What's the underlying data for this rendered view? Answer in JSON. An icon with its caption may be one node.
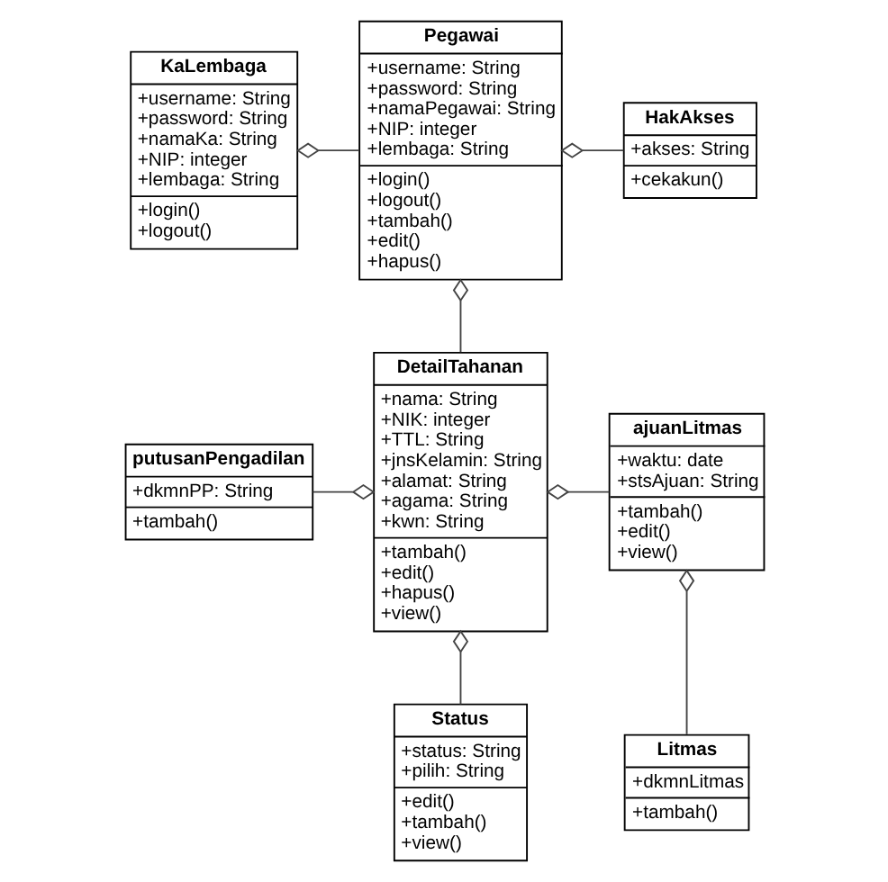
{
  "diagram": {
    "nodes": [
      {
        "text": [
          "KaLembaga",
          "+username: String",
          "+password: String",
          "+namaKa: String",
          "+NIP: integer",
          "+lembaga: String",
          "+login()",
          "+logout()"
        ]
      },
      {
        "text": [
          "Pegawai",
          "+username: String",
          "+password: String",
          "+namaPegawai: String",
          "+NIP: integer",
          "+lembaga: String",
          "+login()",
          "+logout()",
          "+tambah()",
          "+edit()",
          "+hapus()"
        ]
      },
      {
        "text": [
          "HakAkses",
          "+akses: String",
          "+cekakun()"
        ]
      },
      {
        "text": [
          "putusanPengadilan",
          "+dkmnPP: String",
          "+tambah()"
        ]
      },
      {
        "text": [
          "DetailTahanan",
          "+nama: String",
          "+NIK: integer",
          "+TTL: String",
          "+jnsKelamin: String",
          "+alamat: String",
          "+agama: String",
          "+kwn: String",
          "+tambah()",
          "+edit()",
          "+hapus()",
          "+view()"
        ]
      },
      {
        "text": [
          "ajuanLitmas",
          "+waktu: date",
          "+stsAjuan: String",
          "+tambah()",
          "+edit()",
          "+view()"
        ]
      },
      {
        "text": [
          "Status",
          "+status: String",
          "+pilih: String",
          "+edit()",
          "+tambah()",
          "+view()"
        ]
      },
      {
        "text": [
          "Litmas",
          "+dkmnLitmas",
          "+tambah()"
        ]
      }
    ],
    "edges": [
      {
        "from": 1,
        "to": 0,
        "arrow": "other"
      },
      {
        "from": 2,
        "to": 1,
        "arrow": "other"
      },
      {
        "from": 4,
        "to": 1,
        "arrow": "other"
      },
      {
        "from": 3,
        "to": 4,
        "arrow": "other"
      },
      {
        "from": 5,
        "to": 4,
        "arrow": "other"
      },
      {
        "from": 6,
        "to": 4,
        "arrow": "other"
      },
      {
        "from": 7,
        "to": 5,
        "arrow": "other"
      }
    ]
  }
}
